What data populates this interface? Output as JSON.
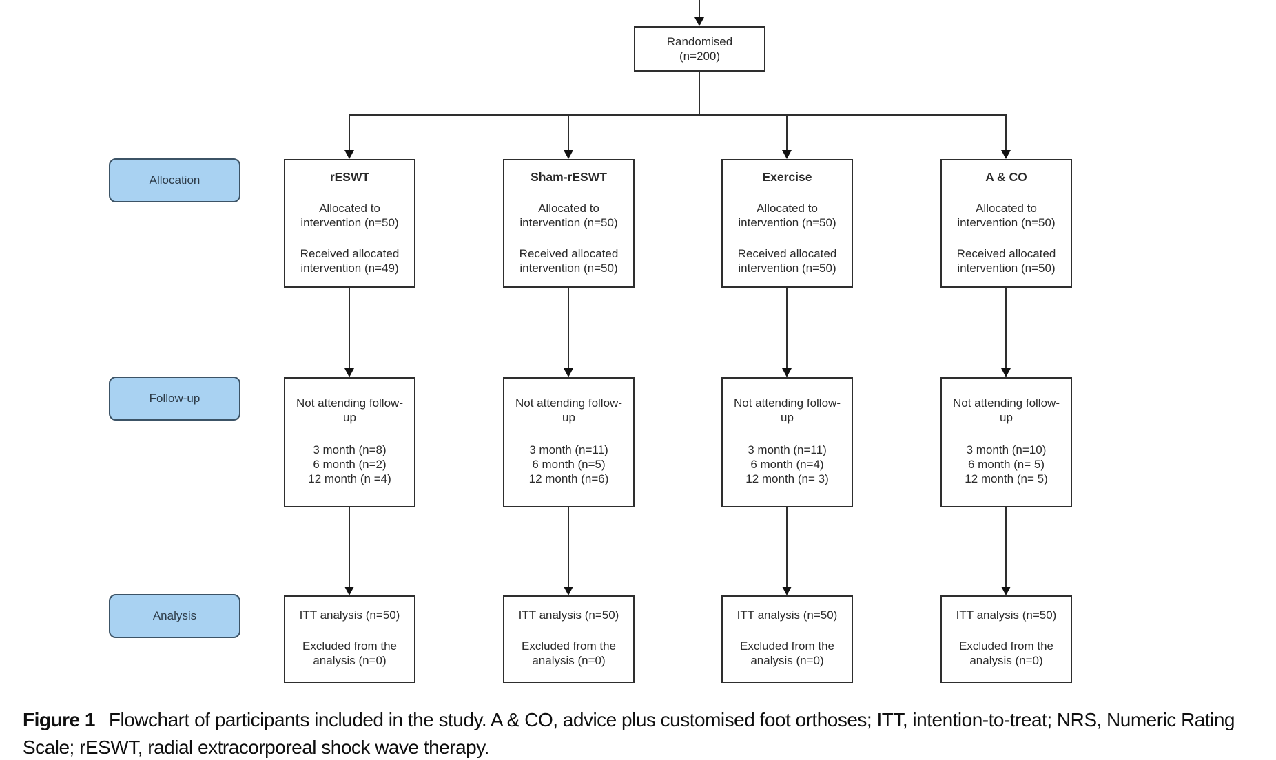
{
  "figure": {
    "randomised": {
      "title": "Randomised",
      "count": "(n=200)"
    },
    "stages": {
      "allocation": "Allocation",
      "followup": "Follow-up",
      "analysis": "Analysis"
    },
    "columns": [
      {
        "title": "rESWT",
        "allocated": "Allocated to intervention (n=50)",
        "received": "Received allocated intervention (n=49)",
        "followup_header": "Not attending follow-up",
        "followup_items": [
          "3 month (n=8)",
          "6 month (n=2)",
          "12 month (n =4)"
        ],
        "itt": "ITT analysis (n=50)",
        "excluded": "Excluded from the analysis (n=0)"
      },
      {
        "title": "Sham-rESWT",
        "allocated": "Allocated to intervention (n=50)",
        "received": "Received allocated intervention (n=50)",
        "followup_header": "Not attending follow-up",
        "followup_items": [
          "3 month (n=11)",
          "6 month (n=5)",
          "12 month (n=6)"
        ],
        "itt": "ITT analysis (n=50)",
        "excluded": "Excluded from the analysis (n=0)"
      },
      {
        "title": "Exercise",
        "allocated": "Allocated to intervention (n=50)",
        "received": "Received allocated intervention (n=50)",
        "followup_header": "Not attending follow-up",
        "followup_items": [
          "3 month (n=11)",
          "6 month (n=4)",
          "12 month (n= 3)"
        ],
        "itt": "ITT analysis (n=50)",
        "excluded": "Excluded from the analysis (n=0)"
      },
      {
        "title": "A & CO",
        "allocated": "Allocated to intervention (n=50)",
        "received": "Received allocated intervention (n=50)",
        "followup_header": "Not attending follow-up",
        "followup_items": [
          "3 month (n=10)",
          "6 month (n= 5)",
          "12 month (n= 5)"
        ],
        "itt": "ITT analysis (n=50)",
        "excluded": "Excluded from the analysis (n=0)"
      }
    ],
    "caption": {
      "label": "Figure 1",
      "text": "Flowchart of participants included in the study. A & CO, advice plus customised foot orthoses; ITT, intention-to-treat; NRS, Numeric Rating Scale; rESWT, radial extracorporeal shock wave therapy."
    },
    "colors": {
      "stage_fill": "#a9d2f2",
      "stage_border": "#3c5366",
      "box_border": "#2e2e2e",
      "text": "#2b2b2b"
    }
  }
}
